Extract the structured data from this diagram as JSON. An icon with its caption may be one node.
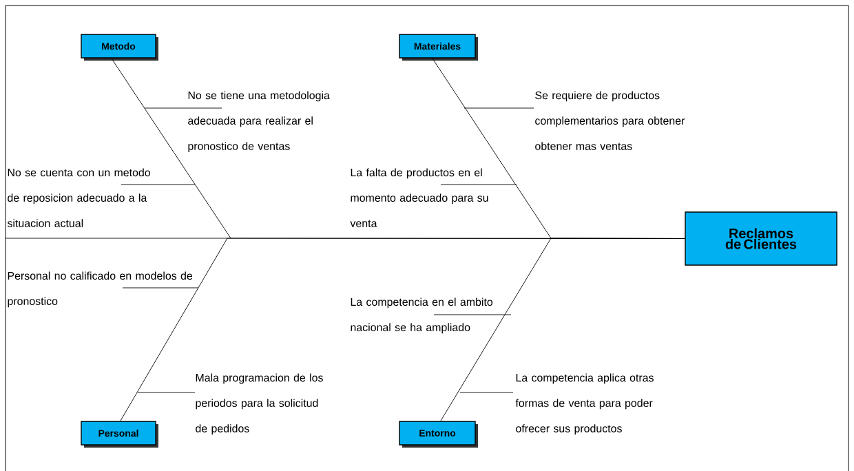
{
  "diagram": {
    "nodes": [
      {
        "text": [
          "Metodo"
        ]
      },
      {
        "text": [
          "Materiales"
        ]
      },
      {
        "text": [
          "Personal"
        ]
      },
      {
        "text": [
          "Entorno"
        ]
      },
      {
        "text": [
          "Reclamos de Clientes"
        ]
      },
      {
        "text": [
          "No se tiene una metodologia adecuada para realizar el pronostico de ventas"
        ]
      },
      {
        "text": [
          "No se cuenta con un metodo de reposicion adecuado a la situacion actual"
        ]
      },
      {
        "text": [
          "Se requiere de productos complementarios para obtener obtener mas ventas"
        ]
      },
      {
        "text": [
          "La falta de productos en el momento adecuado para su venta"
        ]
      },
      {
        "text": [
          "Personal no calificado en modelos de pronostico"
        ]
      },
      {
        "text": [
          "La competencia en el ambito nacional se ha ampliado"
        ]
      },
      {
        "text": [
          "Mala programacion de los periodos para la solicitud de pedidos"
        ]
      },
      {
        "text": [
          "La competencia aplica otras formas de venta para poder ofrecer sus productos"
        ]
      }
    ],
    "edges": [
      {
        "from": 0,
        "to": 4,
        "arrow": "none"
      },
      {
        "from": 1,
        "to": 4,
        "arrow": "none"
      },
      {
        "from": 2,
        "to": 4,
        "arrow": "none"
      },
      {
        "from": 3,
        "to": 4,
        "arrow": "none"
      },
      {
        "from": 5,
        "to": null,
        "arrow": "none"
      },
      {
        "from": 6,
        "to": null,
        "arrow": "none"
      },
      {
        "from": 7,
        "to": null,
        "arrow": "none"
      },
      {
        "from": 8,
        "to": null,
        "arrow": "none"
      },
      {
        "from": 9,
        "to": null,
        "arrow": "none"
      },
      {
        "from": 10,
        "to": null,
        "arrow": "none"
      },
      {
        "from": 11,
        "to": null,
        "arrow": "none"
      },
      {
        "from": 12,
        "to": null,
        "arrow": "none"
      }
    ]
  }
}
